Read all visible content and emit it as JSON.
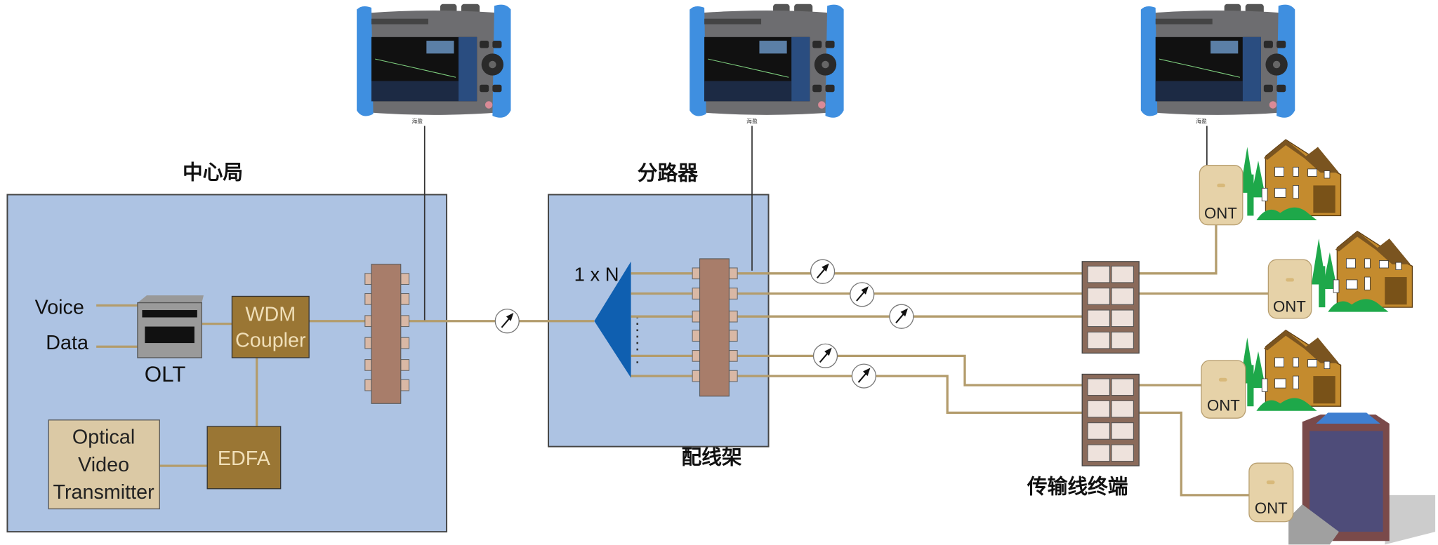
{
  "titles": {
    "central_office": "中心局",
    "splitter": "分路器",
    "distribution_frame": "配线架",
    "line_terminal": "传输线终端"
  },
  "central_office": {
    "inputs": [
      "Voice",
      "Data"
    ],
    "olt_label": "OLT",
    "wdm_label": [
      "WDM",
      "Coupler"
    ],
    "edfa_label": "EDFA",
    "video_tx_label": [
      "Optical",
      "Video",
      "Transmitter"
    ]
  },
  "splitter": {
    "ratio_label": "1 x N"
  },
  "ont_label": "ONT",
  "otdr_device": {
    "caption": "海盈",
    "count": 3
  },
  "colors": {
    "box_fill": "#adc3e3",
    "fiber": "#b39c6c",
    "wdm_fill": "#9a7634",
    "panel_fill": "#a87d6a",
    "splitter_blue": "#0f5fb0",
    "ont_fill": "#e6d2a8",
    "device_blue": "#3f8fe0"
  }
}
